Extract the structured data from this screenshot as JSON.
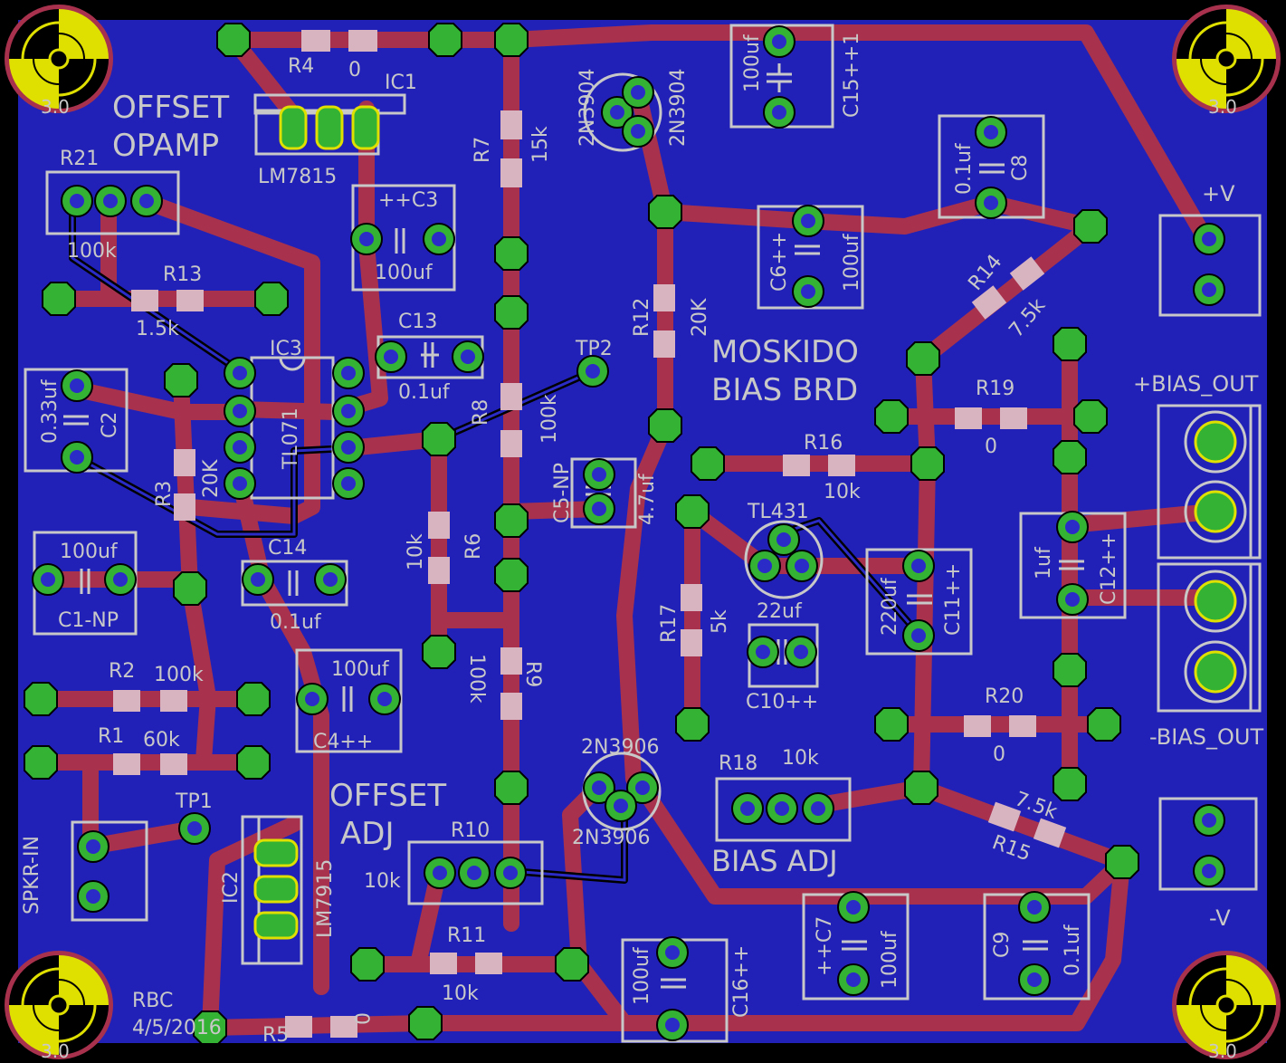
{
  "board": {
    "substrate_color": "#2121b8",
    "trace_color": "#a8324e",
    "pad_color": "#33b233",
    "highlight_color": "#ffff00"
  },
  "labels": {
    "offset_opamp_1": "OFFSET",
    "offset_opamp_2": "OPAMP",
    "moskido_1": "MOSKIDO",
    "moskido_2": "BIAS BRD",
    "offset_adj_1": "OFFSET",
    "offset_adj_2": "ADJ",
    "bias_adj": "BIAS ADJ",
    "plus_v": "+V",
    "minus_v": "-V",
    "plus_bias_out": "+BIAS_OUT",
    "minus_bias_out": "-BIAS_OUT",
    "spkr_in": "SPKR-IN",
    "author": "RBC",
    "date": "4/5/2016",
    "mount_tl": "3.0",
    "mount_tr": "3.0",
    "mount_bl": "3.0",
    "mount_br": "3.0"
  },
  "components": {
    "R4": {
      "ref": "R4",
      "value": "0"
    },
    "IC1": {
      "ref": "IC1",
      "value": "LM7815"
    },
    "R21": {
      "ref": "R21",
      "value": "100k"
    },
    "R13": {
      "ref": "R13",
      "value": "1.5k"
    },
    "R7": {
      "ref": "R7",
      "value": "15k"
    },
    "Q1": {
      "ref": "2N3904",
      "value": "2N3904"
    },
    "C15": {
      "ref": "C15++1",
      "value": "100uf"
    },
    "C8": {
      "ref": "C8",
      "value": "0.1uf"
    },
    "C3": {
      "ref": "++C3",
      "value": "100uf"
    },
    "C6": {
      "ref": "C6++",
      "value": "100uf"
    },
    "R12": {
      "ref": "R12",
      "value": "20K"
    },
    "R14": {
      "ref": "R14",
      "value": "7.5k"
    },
    "C13": {
      "ref": "C13",
      "value": "0.1uf"
    },
    "TP2": {
      "ref": "TP2"
    },
    "IC3": {
      "ref": "IC3",
      "value": "TL071"
    },
    "C2": {
      "ref": "C2",
      "value": "0.33uf"
    },
    "R3": {
      "ref": "R3",
      "value": "20K"
    },
    "R8": {
      "ref": "R8",
      "value": "100k"
    },
    "R19": {
      "ref": "R19",
      "value": "0"
    },
    "R16": {
      "ref": "R16",
      "value": "10k"
    },
    "C5": {
      "ref": "C5-NP",
      "value": "4.7uf"
    },
    "TL431": {
      "ref": "TL431"
    },
    "C11": {
      "ref": "C11++",
      "value": "220uf"
    },
    "C12": {
      "ref": "C12++",
      "value": "1uf"
    },
    "C1": {
      "ref": "C1-NP",
      "value": "100uf"
    },
    "C14": {
      "ref": "C14",
      "value": "0.1uf"
    },
    "R6": {
      "ref": "R6",
      "value": "10k"
    },
    "R17": {
      "ref": "R17",
      "value": "5k"
    },
    "C10": {
      "ref": "C10++",
      "value": "22uf"
    },
    "R2": {
      "ref": "R2",
      "value": "100k"
    },
    "C4": {
      "ref": "C4++",
      "value": "100uf"
    },
    "R9": {
      "ref": "R9",
      "value": "100k"
    },
    "R20": {
      "ref": "R20",
      "value": "0"
    },
    "R1": {
      "ref": "R1",
      "value": "60k"
    },
    "Q2": {
      "ref": "2N3906",
      "value": "2N3906"
    },
    "R18": {
      "ref": "R18",
      "value": "10k"
    },
    "TP1": {
      "ref": "TP1"
    },
    "R15": {
      "ref": "R15",
      "value": "7.5k"
    },
    "IC2": {
      "ref": "IC2",
      "value": "LM7915"
    },
    "R10": {
      "ref": "R10",
      "value": "10k"
    },
    "R11": {
      "ref": "R11",
      "value": "10k"
    },
    "C7": {
      "ref": "++C7",
      "value": "100uf"
    },
    "C9": {
      "ref": "C9",
      "value": "0.1uf"
    },
    "C16": {
      "ref": "C16++",
      "value": "100uf"
    },
    "R5": {
      "ref": "R5",
      "value": "0"
    }
  }
}
